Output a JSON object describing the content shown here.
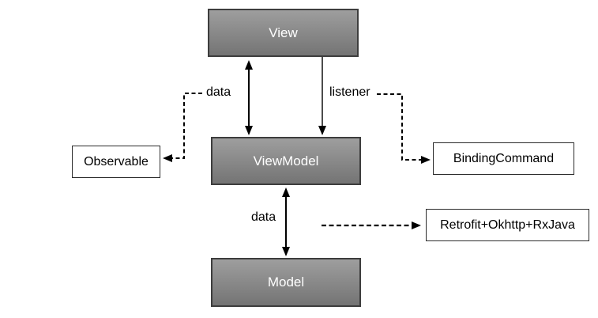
{
  "diagram": {
    "type": "MVVM architecture diagram",
    "nodes": {
      "view": {
        "label": "View"
      },
      "viewmodel": {
        "label": "ViewModel"
      },
      "model": {
        "label": "Model"
      },
      "observable": {
        "label": "Observable"
      },
      "bindingcommand": {
        "label": "BindingCommand"
      },
      "retrofit": {
        "label": "Retrofit+Okhttp+RxJava"
      }
    },
    "edge_labels": {
      "data_top": "data",
      "listener": "listener",
      "data_bottom": "data"
    },
    "edges": [
      {
        "between": [
          "View",
          "ViewModel"
        ],
        "style": "solid",
        "arrows": "both",
        "label": "data"
      },
      {
        "between": [
          "View",
          "ViewModel"
        ],
        "style": "solid",
        "arrows": "end",
        "label": "listener"
      },
      {
        "between": [
          "data",
          "Observable"
        ],
        "style": "dashed",
        "arrows": "end",
        "label": ""
      },
      {
        "between": [
          "listener",
          "BindingCommand"
        ],
        "style": "dashed",
        "arrows": "end",
        "label": ""
      },
      {
        "between": [
          "ViewModel",
          "Model"
        ],
        "style": "solid",
        "arrows": "both",
        "label": "data"
      },
      {
        "between": [
          "ViewModel/Model",
          "Retrofit+Okhttp+RxJava"
        ],
        "style": "dashed",
        "arrows": "end",
        "label": ""
      }
    ],
    "colors": {
      "background": "#ffffff",
      "node_fill_top": "#9e9e9e",
      "node_fill_bottom": "#747474",
      "node_border": "#3d3d3d",
      "node_text": "#ffffff",
      "plain_node_fill": "#ffffff",
      "plain_node_border": "#2b2b2b",
      "plain_node_text": "#000000",
      "label_text": "#000000",
      "arrow_color": "#000000"
    }
  }
}
